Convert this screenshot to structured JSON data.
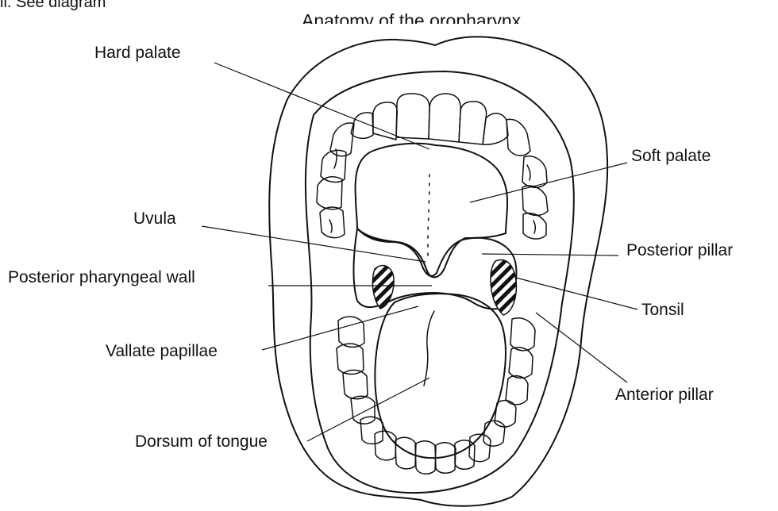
{
  "top_caption": "ii. See diagram",
  "title": "Anatomy of the oropharynx",
  "labels": {
    "hard_palate": "Hard palate",
    "soft_palate": "Soft palate",
    "uvula": "Uvula",
    "posterior_pillar": "Posterior pillar",
    "posterior_pharyngeal_wall": "Posterior pharyngeal wall",
    "tonsil": "Tonsil",
    "vallate_papillae": "Vallate papillae",
    "anterior_pillar": "Anterior pillar",
    "dorsum_of_tongue": "Dorsum of tongue"
  }
}
